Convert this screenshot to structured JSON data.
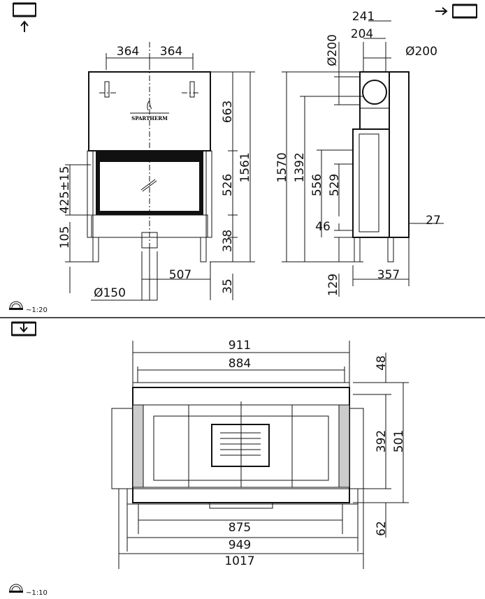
{
  "front_view": {
    "logo": "SPARTHERM",
    "dims": {
      "half_width_left": "364",
      "half_width_right": "364",
      "hood": "663",
      "glass": "526",
      "base": "338",
      "total": "1561",
      "leg": "35",
      "door_height": "425±15",
      "base_left": "105",
      "flue_diameter": "Ø150",
      "offset": "507"
    }
  },
  "side_view": {
    "dims": {
      "top_241": "241",
      "top_204": "204",
      "flue_diameter_top": "Ø200",
      "flue_diameter_side": "Ø200",
      "total": "1570",
      "h1392": "1392",
      "h556": "556",
      "h529": "529",
      "h46": "46",
      "h27": "27",
      "h129": "129",
      "depth": "357"
    }
  },
  "top_view": {
    "dims": {
      "w911": "911",
      "w884": "884",
      "d48": "48",
      "d392": "392",
      "d501": "501",
      "d62": "62",
      "w875": "875",
      "w949": "949",
      "w1017": "1017"
    }
  },
  "scales": {
    "upper": "~1:20",
    "lower": "~1:10"
  },
  "icons": [
    "front-view-icon",
    "side-view-icon",
    "top-view-icon",
    "scale-icon"
  ]
}
